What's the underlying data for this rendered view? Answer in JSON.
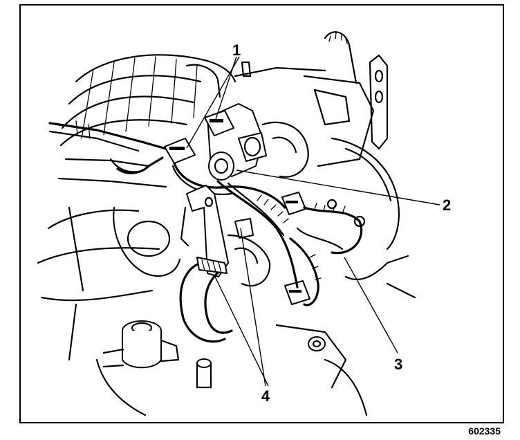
{
  "diagram": {
    "callouts": [
      {
        "id": "callout-1",
        "label": "1"
      },
      {
        "id": "callout-2",
        "label": "2"
      },
      {
        "id": "callout-3",
        "label": "3"
      },
      {
        "id": "callout-4",
        "label": "4"
      }
    ],
    "figure_id": "602335"
  },
  "colors": {
    "ink": "#000000",
    "paper": "#ffffff"
  }
}
